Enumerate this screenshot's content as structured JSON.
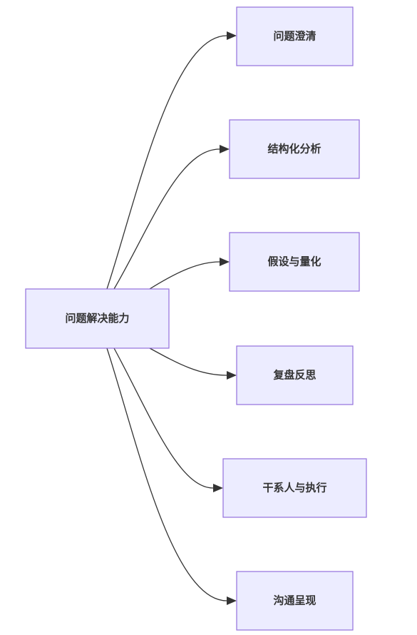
{
  "diagram": {
    "root": {
      "label": "问题解决能力"
    },
    "children": [
      {
        "label": "问题澄清"
      },
      {
        "label": "结构化分析"
      },
      {
        "label": "假设与量化"
      },
      {
        "label": "复盘反思"
      },
      {
        "label": "干系人与执行"
      },
      {
        "label": "沟通呈现"
      }
    ],
    "colors": {
      "node_fill": "#ECECFF",
      "node_border": "#9370DB",
      "edge": "#333333",
      "text": "#333333"
    }
  }
}
